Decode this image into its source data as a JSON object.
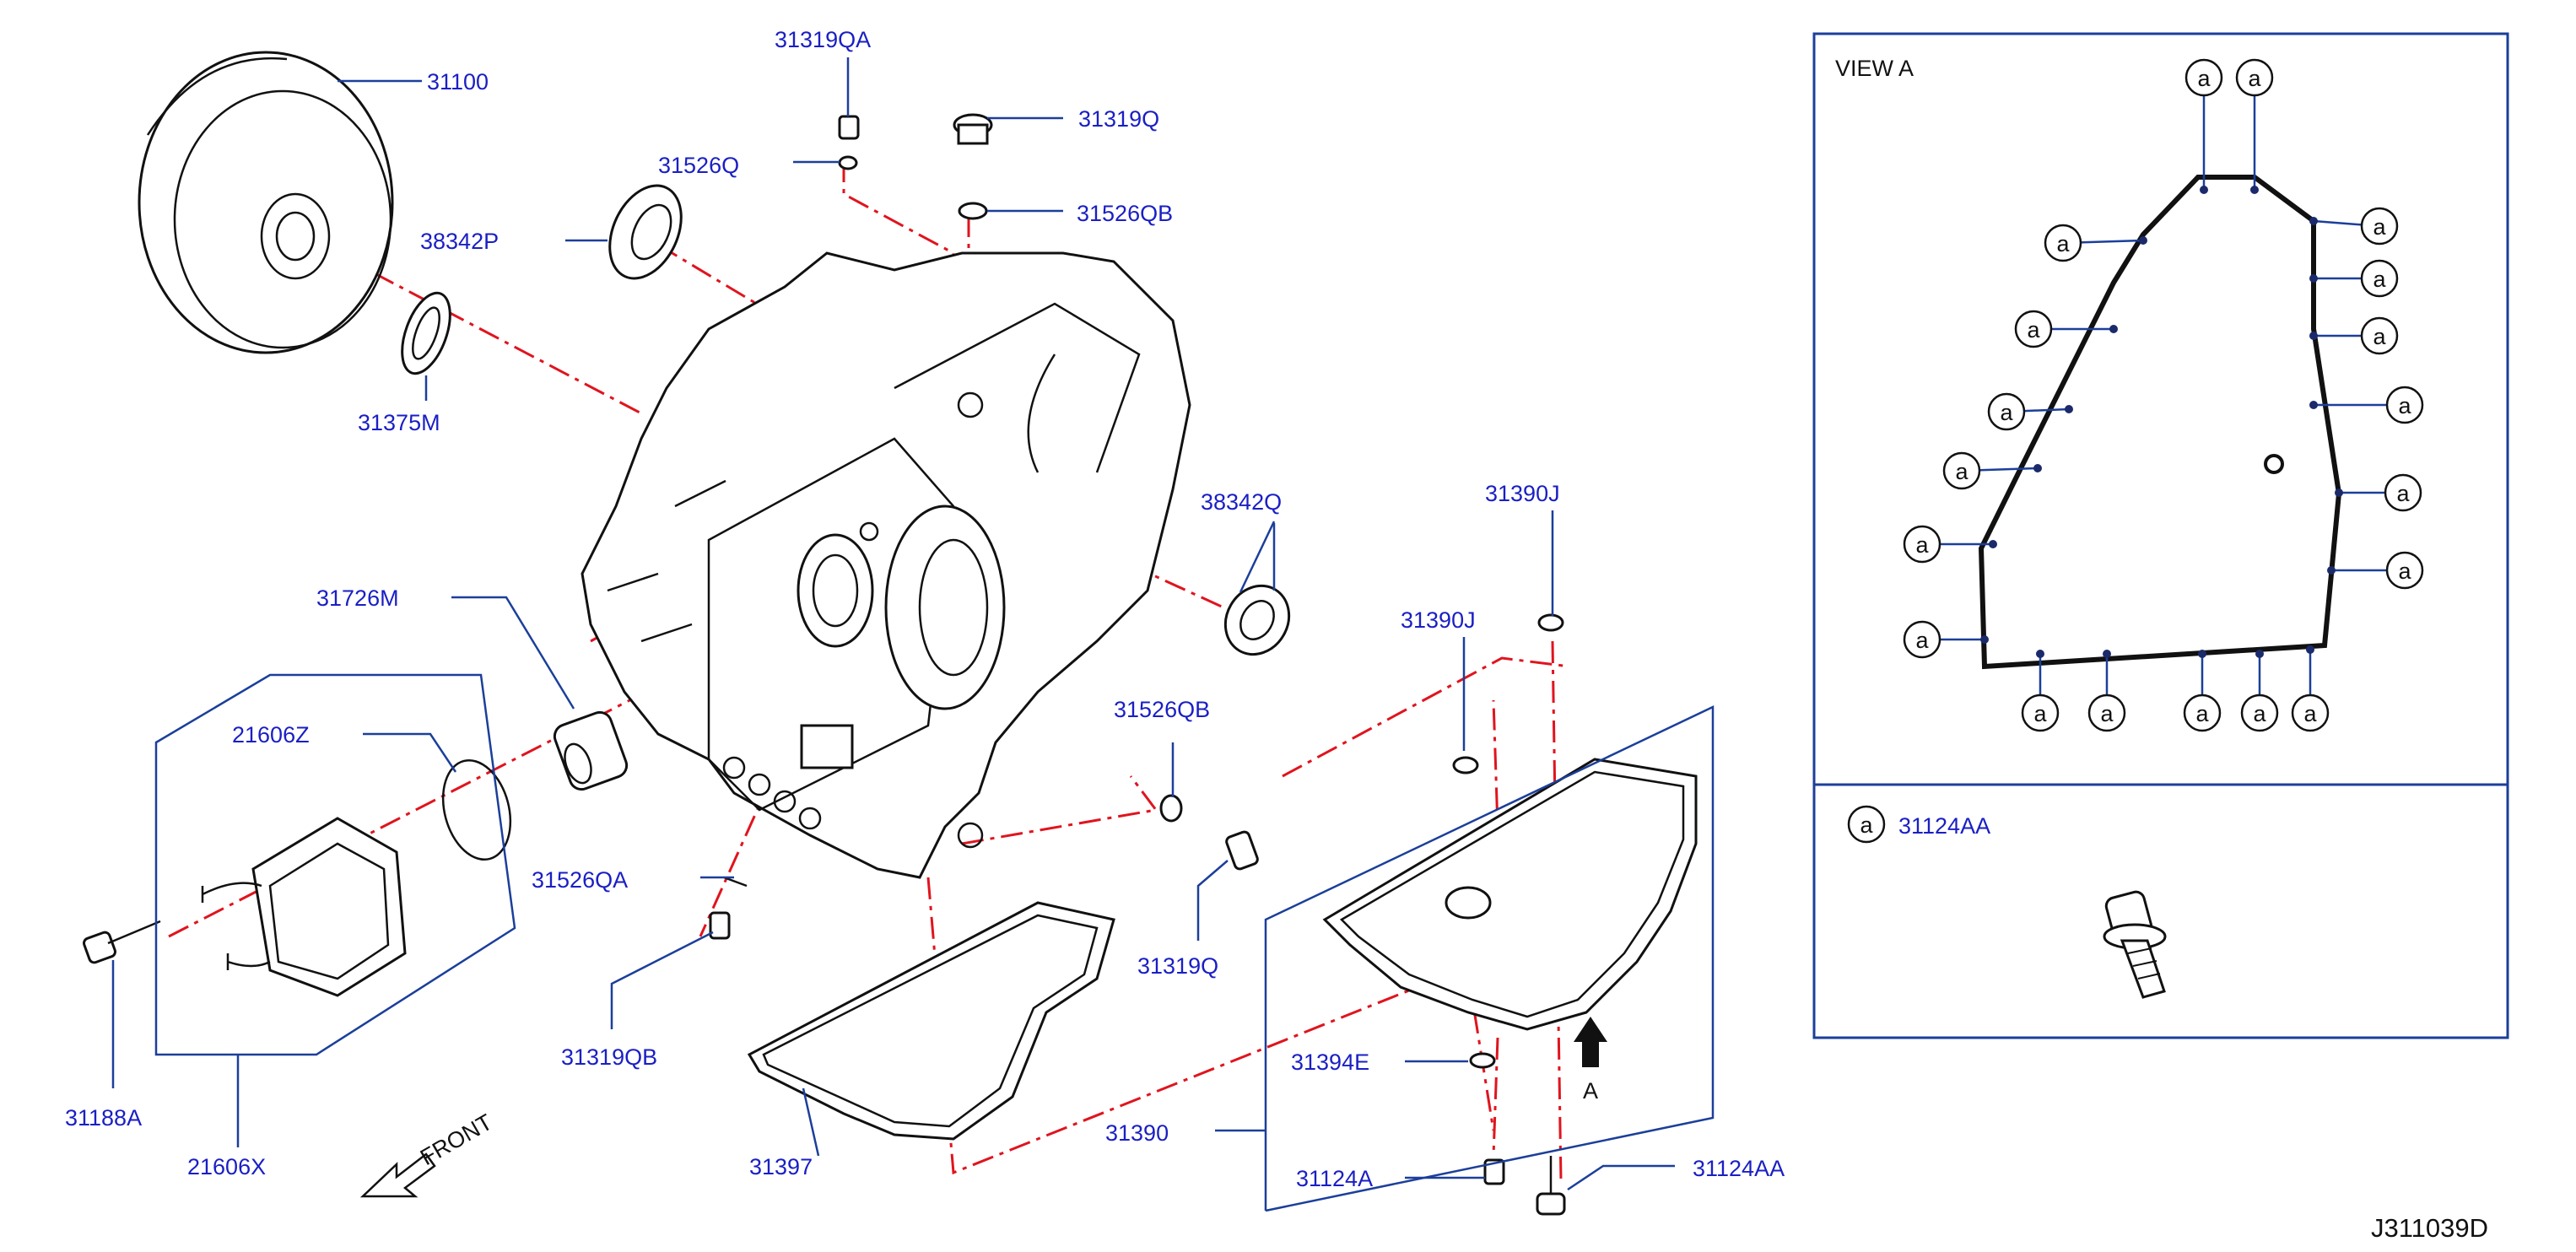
{
  "diagram": {
    "code": "J311039D",
    "front_label": "FRONT",
    "view_arrow_label": "A",
    "parts": [
      {
        "id": "31100",
        "label": "31100"
      },
      {
        "id": "38342P",
        "label": "38342P"
      },
      {
        "id": "31375M",
        "label": "31375M"
      },
      {
        "id": "31319QA",
        "label": "31319QA"
      },
      {
        "id": "31526Q",
        "label": "31526Q"
      },
      {
        "id": "31319Q_top",
        "label": "31319Q"
      },
      {
        "id": "31526QB_top",
        "label": "31526QB"
      },
      {
        "id": "38342Q",
        "label": "38342Q"
      },
      {
        "id": "31726M",
        "label": "31726M"
      },
      {
        "id": "21606Z",
        "label": "21606Z"
      },
      {
        "id": "31526QA",
        "label": "31526QA"
      },
      {
        "id": "31319QB",
        "label": "31319QB"
      },
      {
        "id": "31188A",
        "label": "31188A"
      },
      {
        "id": "21606X",
        "label": "21606X"
      },
      {
        "id": "31397",
        "label": "31397"
      },
      {
        "id": "31390",
        "label": "31390"
      },
      {
        "id": "31390J_a",
        "label": "31390J"
      },
      {
        "id": "31390J_b",
        "label": "31390J"
      },
      {
        "id": "31526QB_mid",
        "label": "31526QB"
      },
      {
        "id": "31319Q_mid",
        "label": "31319Q"
      },
      {
        "id": "31394E",
        "label": "31394E"
      },
      {
        "id": "31124A",
        "label": "31124A"
      },
      {
        "id": "31124AA",
        "label": "31124AA"
      }
    ]
  },
  "view_panel": {
    "title": "VIEW   A",
    "bolt_marker": "a",
    "legend_marker": "a",
    "legend_label": "31124AA"
  }
}
